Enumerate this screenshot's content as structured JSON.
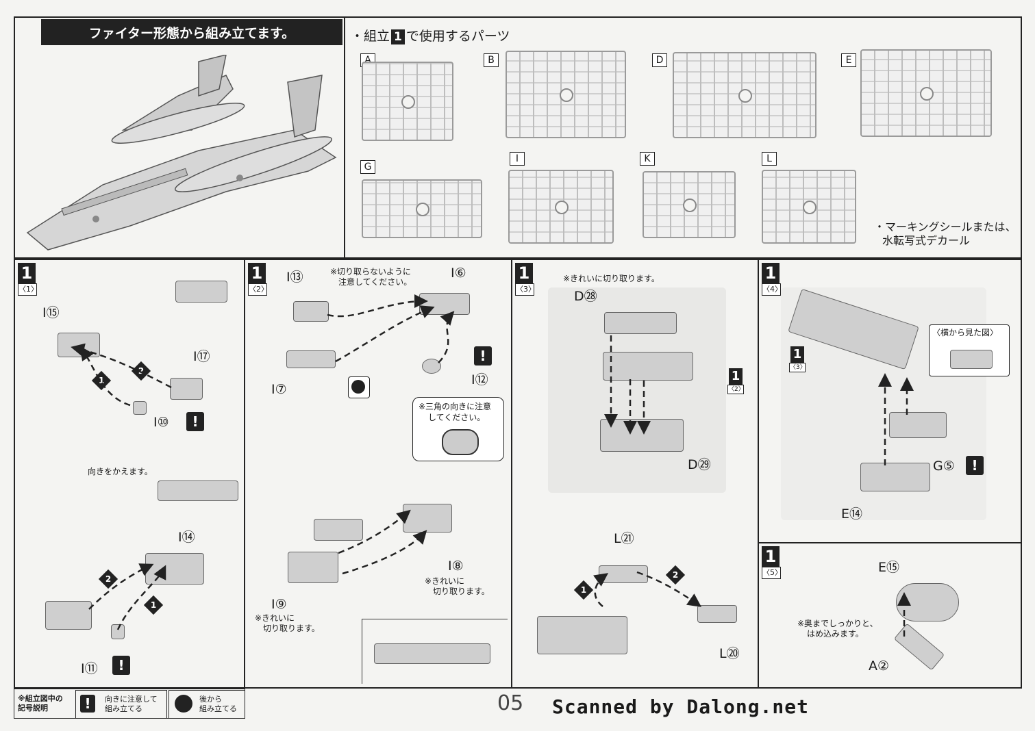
{
  "header": {
    "title": "ファイター形態から組み立てます。"
  },
  "parts_section": {
    "heading_prefix": "・組立",
    "heading_step": "1",
    "heading_suffix": "で使用するパーツ",
    "runners": [
      {
        "label": "A"
      },
      {
        "label": "B"
      },
      {
        "label": "D"
      },
      {
        "label": "E"
      },
      {
        "label": "G"
      },
      {
        "label": "I"
      },
      {
        "label": "K"
      },
      {
        "label": "L"
      }
    ],
    "decal_note_line1": "・マーキングシールまたは、",
    "decal_note_line2": "水転写式デカール"
  },
  "steps": {
    "s1": {
      "num": "1",
      "sub": "〈1〉",
      "parts": [
        "I⑮",
        "I⑰",
        "I⑩",
        "I⑭",
        "I⑪"
      ],
      "note_turn": "向きをかえます。",
      "order1": "1",
      "order2": "2"
    },
    "s2": {
      "num": "1",
      "sub": "〈2〉",
      "parts": [
        "I⑬",
        "I⑥",
        "I⑦",
        "I⑫",
        "I⑧",
        "I⑨"
      ],
      "note_top_line1": "※切り取らないように",
      "note_top_line2": "注意してください。",
      "note_triangle_line1": "※三角の向きに注意",
      "note_triangle_line2": "してください。",
      "note_clean_line1": "※きれいに",
      "note_clean_line2": "切り取ります。",
      "note_clean9_line1": "※きれいに",
      "note_clean9_line2": "切り取ります。"
    },
    "s3": {
      "num": "1",
      "sub": "〈3〉",
      "parts": [
        "D㉘",
        "D㉙",
        "L㉑",
        "L⑳"
      ],
      "ref_step": "1",
      "ref_sub": "〈2〉",
      "note_clean": "※きれいに切り取ります。",
      "order1": "1",
      "order2": "2"
    },
    "s4": {
      "num": "1",
      "sub": "〈4〉",
      "parts": [
        "G⑤",
        "E⑭"
      ],
      "ref_step": "1",
      "ref_sub": "〈3〉",
      "side_view": "〈横から見た図〉"
    },
    "s5": {
      "num": "1",
      "sub": "〈5〉",
      "parts": [
        "E⑮",
        "A②"
      ],
      "note_line1": "※奥までしっかりと、",
      "note_line2": "はめ込みます。"
    }
  },
  "legend": {
    "heading_line1": "※組立図中の",
    "heading_line2": "記号説明",
    "item1_symbol": "!",
    "item1_line1": "向きに注意して",
    "item1_line2": "組み立てる",
    "item2_line1": "後から",
    "item2_line2": "組み立てる"
  },
  "footer": {
    "page_number": "05",
    "credit": "Scanned by Dalong.net"
  },
  "excl_symbol": "!"
}
